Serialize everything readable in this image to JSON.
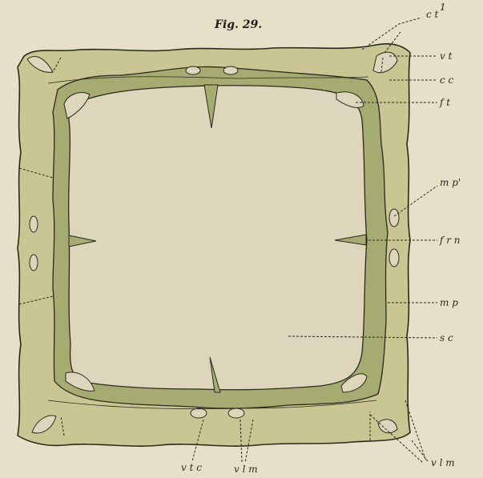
{
  "figure": {
    "title": "Fig. 29.",
    "colors": {
      "background": "#e6e0c8",
      "outer_tissue": "#c9c694",
      "inner_band": "#a6ab71",
      "cavity": "#ddd6bd",
      "ink": "#2a2a1c"
    },
    "labels": {
      "ct1": "c t",
      "ct1_sup": "1",
      "vt": "v t",
      "cc": "c c",
      "ft": "f t",
      "mp_prime": "m p'",
      "frn": "f r n",
      "mp": "m p",
      "sc": "s c",
      "vtc": "v t c",
      "vlm_bottom": "v l m",
      "vlm_right": "v l m"
    }
  }
}
